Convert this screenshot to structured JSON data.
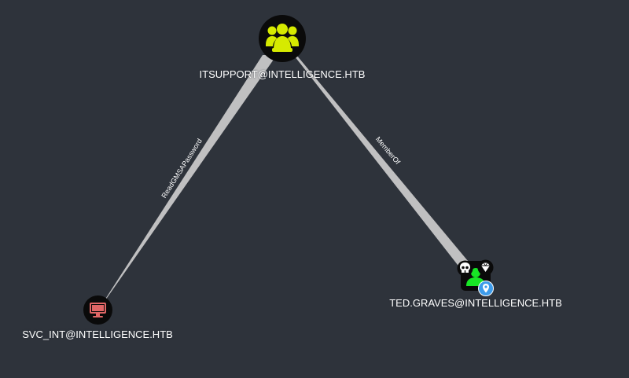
{
  "graph": {
    "nodes": [
      {
        "id": "itsupport",
        "label": "ITSUPPORT@INTELLIGENCE.HTB",
        "type": "group",
        "icon": "users-group-icon",
        "color": "#d6ea00"
      },
      {
        "id": "svc_int",
        "label": "SVC_INT@INTELLIGENCE.HTB",
        "type": "computer",
        "icon": "monitor-icon",
        "color": "#e06666"
      },
      {
        "id": "ted",
        "label": "TED.GRAVES@INTELLIGENCE.HTB",
        "type": "user",
        "icon": "user-icon",
        "color": "#17e625",
        "badges": [
          "skull-icon",
          "diamond-icon",
          "location-pin-icon"
        ]
      }
    ],
    "edges": [
      {
        "from": "itsupport",
        "to": "svc_int",
        "label": "ReadGMSAPassword"
      },
      {
        "from": "ted",
        "to": "itsupport",
        "label": "MemberOf"
      }
    ]
  },
  "colors": {
    "background": "#2e333b",
    "edge": "#c8c8c8",
    "group": "#d6ea00",
    "computer": "#e06666",
    "user": "#17e625",
    "badge_blue": "#3d9bea"
  }
}
